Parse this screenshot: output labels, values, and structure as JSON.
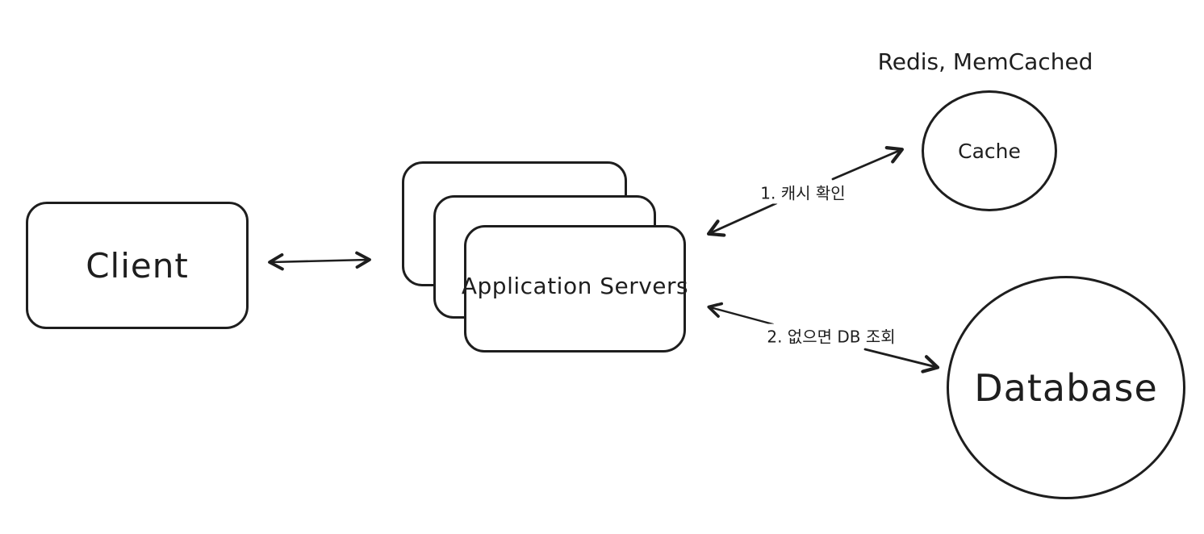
{
  "diagram": {
    "title": "cache-architecture-diagram",
    "colors": {
      "stroke": "#1e1e1e",
      "background": "#ffffff"
    },
    "nodes": {
      "client": {
        "label": "Client",
        "shape": "rectangle"
      },
      "app_servers": {
        "label": "Application Servers",
        "shape": "stacked-rectangles",
        "stack_count": 3
      },
      "cache": {
        "label": "Cache",
        "shape": "ellipse",
        "annotation": "Redis, MemCached"
      },
      "database": {
        "label": "Database",
        "shape": "ellipse"
      }
    },
    "edges": {
      "client_app": {
        "from": "client",
        "to": "app_servers",
        "label": "",
        "direction": "both"
      },
      "app_cache": {
        "from": "app_servers",
        "to": "cache",
        "label": "1. 캐시 확인",
        "direction": "both"
      },
      "app_db": {
        "from": "app_servers",
        "to": "database",
        "label": "2. 없으면 DB 조회",
        "direction": "both"
      }
    }
  }
}
